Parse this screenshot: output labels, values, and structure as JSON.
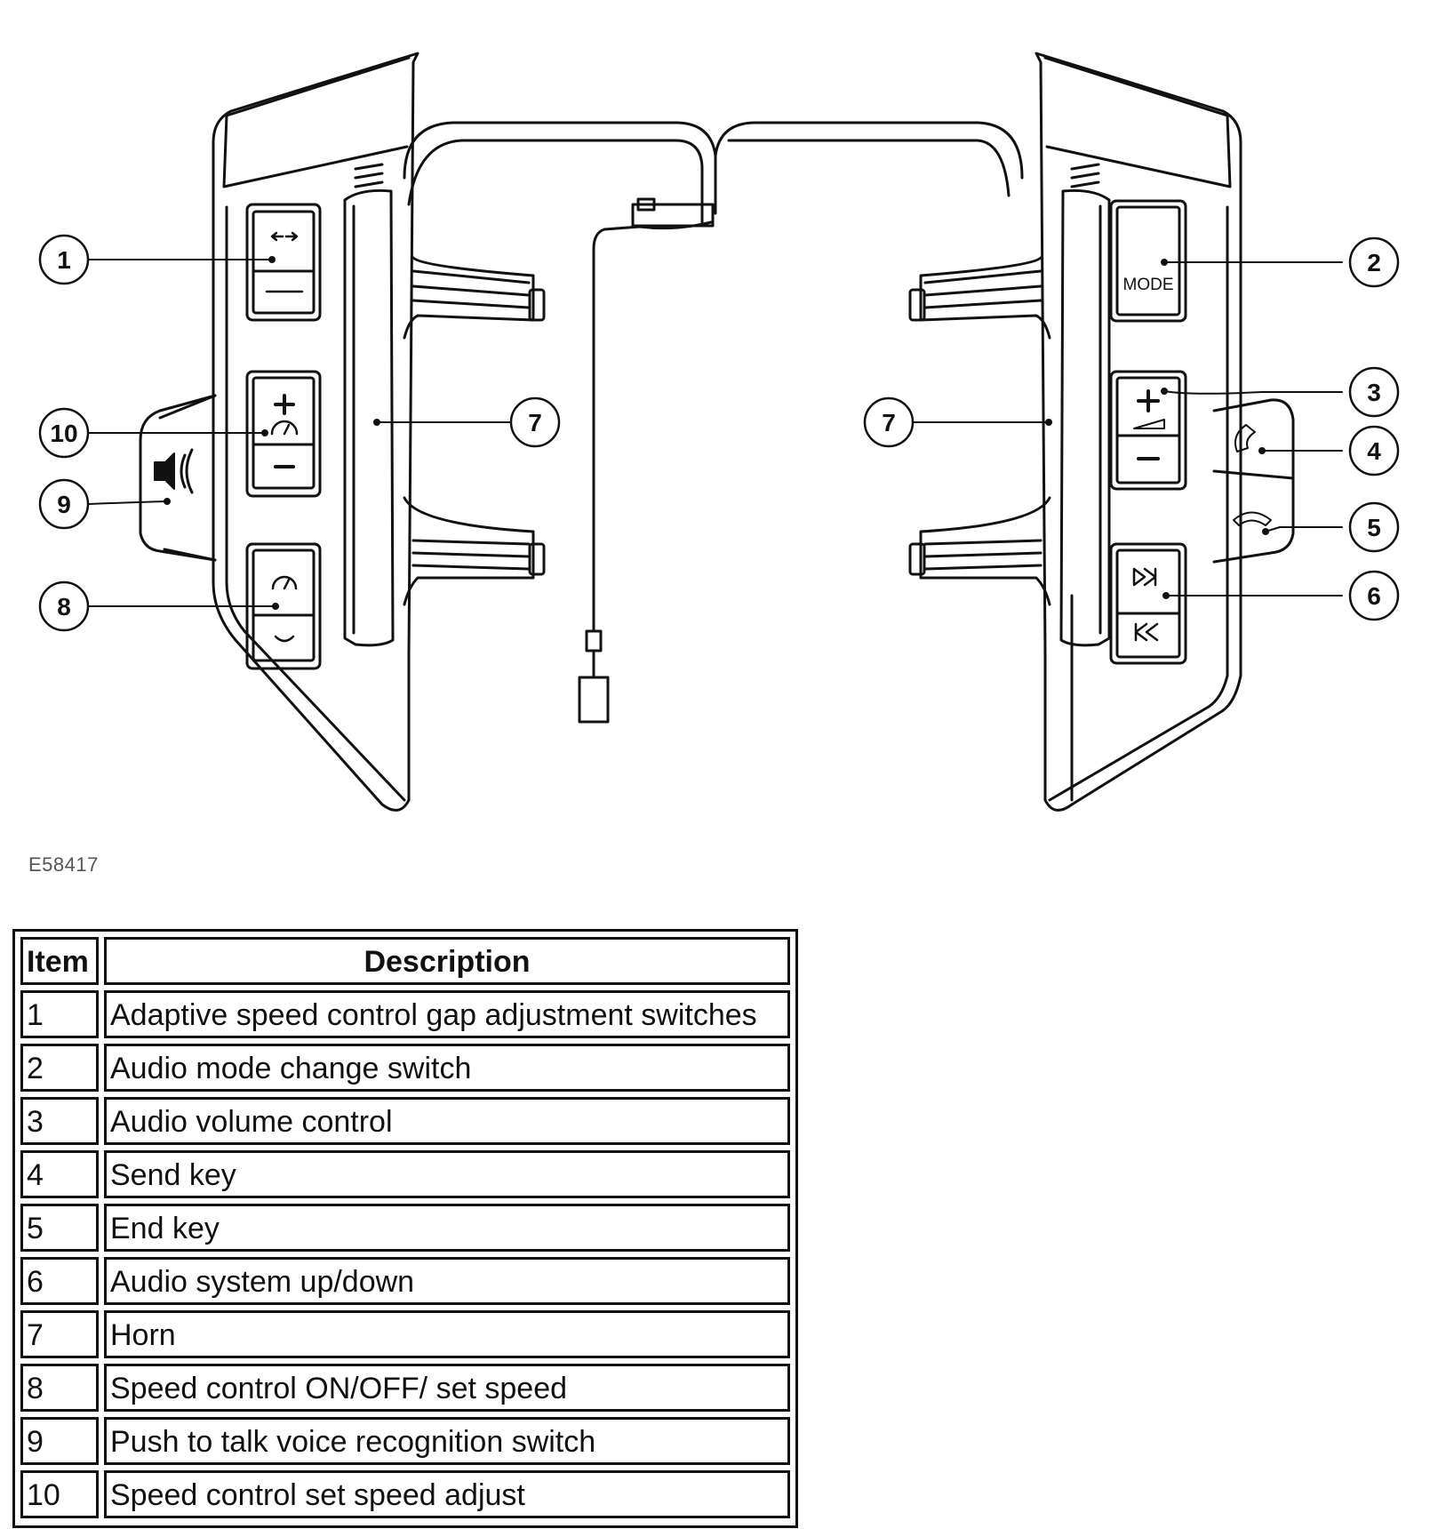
{
  "figure_id": "E58417",
  "button_text": {
    "mode": "MODE"
  },
  "callouts": {
    "c1": "1",
    "c2": "2",
    "c3": "3",
    "c4": "4",
    "c5": "5",
    "c6": "6",
    "c7_left": "7",
    "c7_right": "7",
    "c8": "8",
    "c9": "9",
    "c10": "10"
  },
  "legend": {
    "header_item": "Item",
    "header_description": "Description",
    "rows": [
      {
        "item": "1",
        "description": "Adaptive speed control gap adjustment switches"
      },
      {
        "item": "2",
        "description": "Audio mode change switch"
      },
      {
        "item": "3",
        "description": "Audio volume control"
      },
      {
        "item": "4",
        "description": "Send key"
      },
      {
        "item": "5",
        "description": "End key"
      },
      {
        "item": "6",
        "description": "Audio system up/down"
      },
      {
        "item": "7",
        "description": "Horn"
      },
      {
        "item": "8",
        "description": "Speed control ON/OFF/ set speed"
      },
      {
        "item": "9",
        "description": "Push to talk voice recognition switch"
      },
      {
        "item": "10",
        "description": "Speed control set speed adjust"
      }
    ]
  }
}
